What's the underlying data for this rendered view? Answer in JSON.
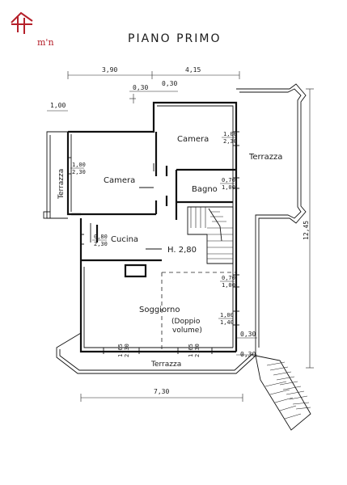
{
  "title": "PIANO PRIMO",
  "colors": {
    "logo": "#b5202a",
    "ink": "#111111"
  },
  "logo": {
    "text": "m'n"
  },
  "rooms": {
    "camera_top": "Camera",
    "camera_left": "Camera",
    "bagno": "Bagno",
    "cucina": "Cucina",
    "soggiorno": "Soggiorno",
    "doppio_1": "(Doppio",
    "doppio_2": "volume)",
    "terrazza_right": "Terrazza",
    "terrazza_left": "Terrazza",
    "terrazza_bottom": "Terrazza",
    "height": "H. 2,80"
  },
  "dims": {
    "d390": "3,90",
    "d415": "4,15",
    "d030a": "0,30",
    "d030b": "0,30",
    "d100": "1,00",
    "d1245": "12,45",
    "d730": "7,30",
    "d030c": "0,30",
    "d030d": "0,30",
    "win_cam_r_a": "1,00",
    "win_cam_r_b": "2,30",
    "win_cam_l_a": "1,00",
    "win_cam_l_b": "2,30",
    "win_bagno_a": "0,70",
    "win_bagno_b": "1,00",
    "win_cucina_a": "0,80",
    "win_cucina_b": "2,30",
    "win_sog1_a": "0,70",
    "win_sog1_b": "1,00",
    "win_sog2_a": "1,00",
    "win_sog2_b": "1,40",
    "win_bot1_a": "1,65",
    "win_bot1_b": "2,30",
    "win_bot2_a": "1,65",
    "win_bot2_b": "2,30"
  }
}
